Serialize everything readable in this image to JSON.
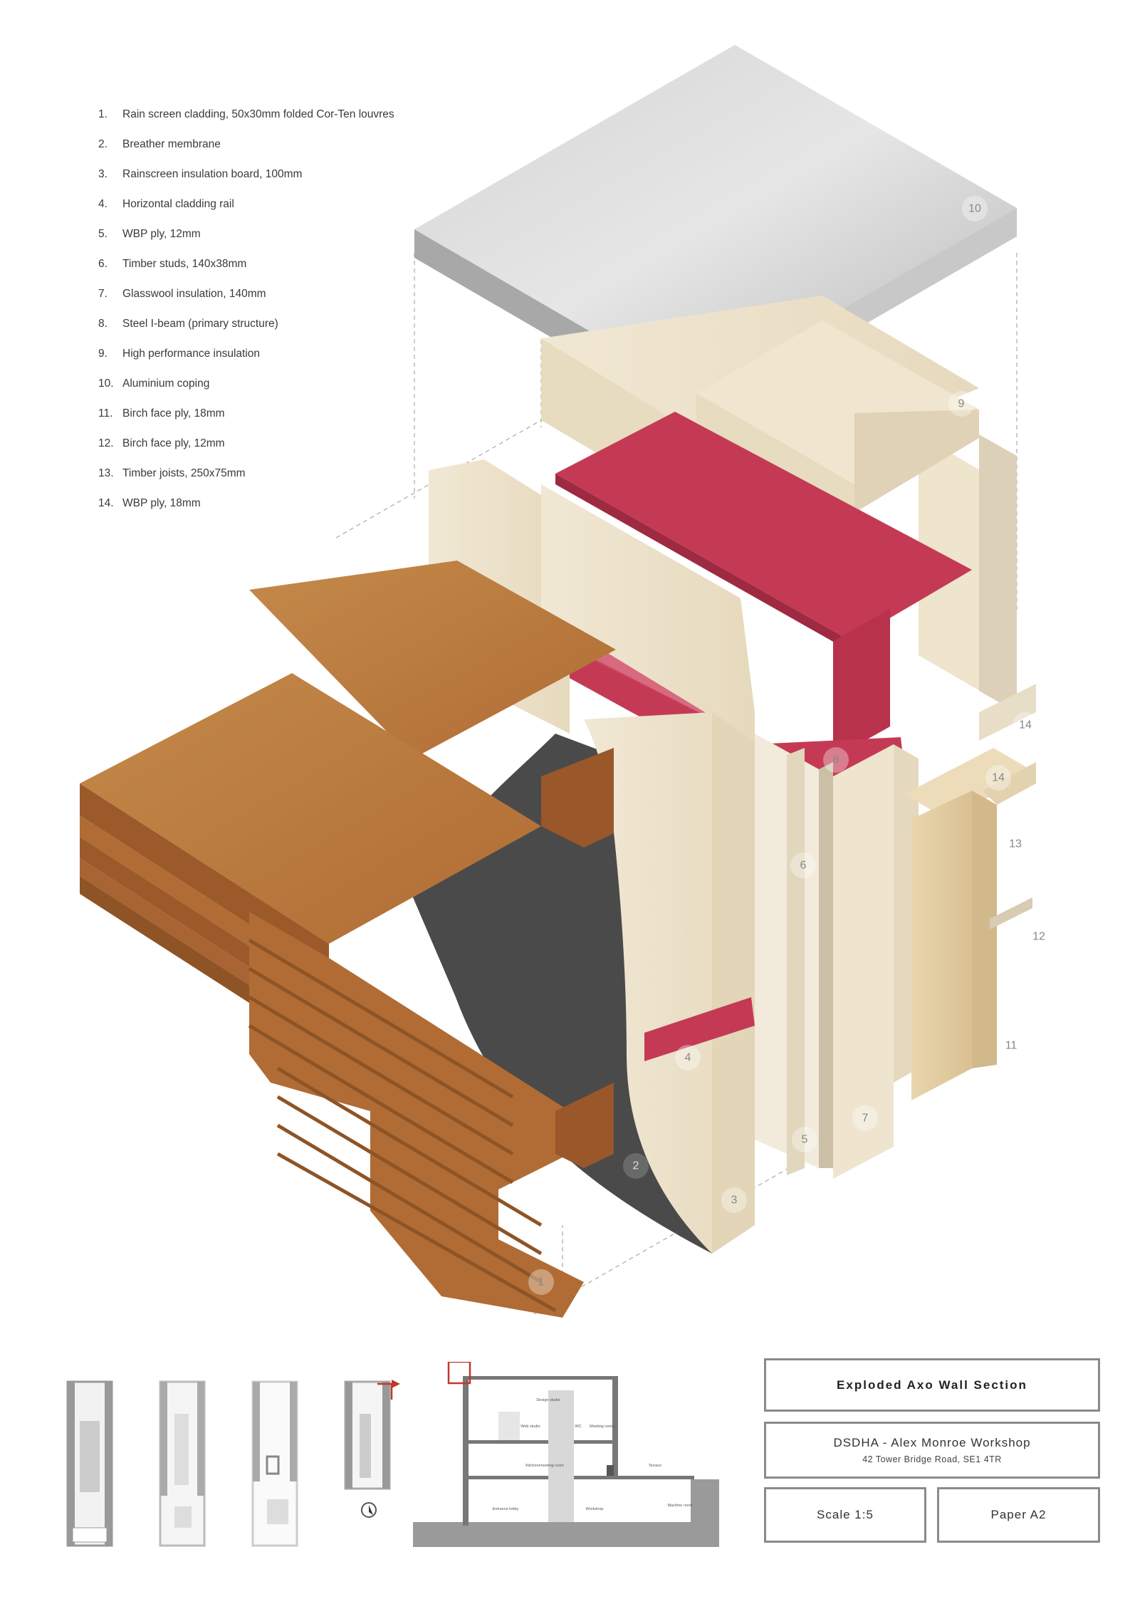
{
  "legend": [
    {
      "num": "1.",
      "text": "Rain screen cladding, 50x30mm folded Cor-Ten louvres"
    },
    {
      "num": "2.",
      "text": "Breather membrane"
    },
    {
      "num": "3.",
      "text": "Rainscreen insulation board, 100mm"
    },
    {
      "num": "4.",
      "text": "Horizontal cladding rail"
    },
    {
      "num": "5.",
      "text": "WBP ply, 12mm"
    },
    {
      "num": "6.",
      "text": "Timber studs, 140x38mm"
    },
    {
      "num": "7.",
      "text": "Glasswool insulation, 140mm"
    },
    {
      "num": "8.",
      "text": "Steel I-beam (primary structure)"
    },
    {
      "num": "9.",
      "text": "High performance insulation"
    },
    {
      "num": "10.",
      "text": "Aluminium coping"
    },
    {
      "num": "11.",
      "text": "Birch face ply, 18mm"
    },
    {
      "num": "12.",
      "text": "Birch face ply, 12mm"
    },
    {
      "num": "13.",
      "text": "Timber joists, 250x75mm"
    },
    {
      "num": "14.",
      "text": "WBP ply, 18mm"
    }
  ],
  "callouts": {
    "c1": "1",
    "c2": "2",
    "c3": "3",
    "c4": "4",
    "c5": "5",
    "c6": "6",
    "c7": "7",
    "c8": "8",
    "c9": "9",
    "c10": "10",
    "c11": "11",
    "c12": "12",
    "c13": "13",
    "c14a": "14",
    "c14b": "14"
  },
  "section_labels": {
    "design_studio": "Design studio",
    "web_studio": "Web studio",
    "wc": "WC",
    "meeting_room": "Meeting room",
    "kitchen": "Kitchen/meeting room",
    "terrace": "Terrace",
    "entrance": "Entrance lobby",
    "workshop": "Workshop",
    "machine": "Machine room"
  },
  "titleblock": {
    "title": "Exploded Axo Wall Section",
    "project": "DSDHA - Alex Monroe Workshop",
    "address": "42 Tower Bridge Road, SE1 4TR",
    "scale": "Scale 1:5",
    "paper": "Paper A2"
  },
  "colors": {
    "corten": "#b97a3e",
    "corten_dark": "#8e5426",
    "timber": "#eee2c8",
    "steel_red": "#c43a55",
    "membrane": "#4a4a4a",
    "coping": "#bfbfbf",
    "frame": "#8a8a8a"
  }
}
